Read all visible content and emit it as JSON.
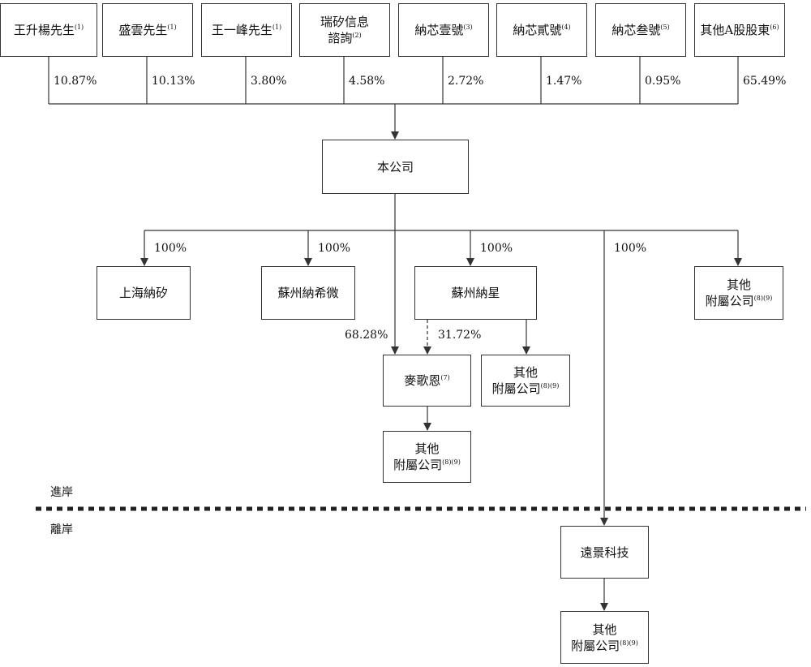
{
  "shareholders": [
    {
      "name": "王升楊先生",
      "note": "(1)",
      "pct": "10.87%"
    },
    {
      "name": "盛雲先生",
      "note": "(1)",
      "pct": "10.13%"
    },
    {
      "name": "王一峰先生",
      "note": "(1)",
      "pct": "3.80%"
    },
    {
      "name": "瑞矽信息",
      "name2": "諮詢",
      "note": "(2)",
      "pct": "4.58%"
    },
    {
      "name": "納芯壹號",
      "note": "(3)",
      "pct": "2.72%"
    },
    {
      "name": "納芯貳號",
      "note": "(4)",
      "pct": "1.47%"
    },
    {
      "name": "納芯叁號",
      "note": "(5)",
      "pct": "0.95%"
    },
    {
      "name": "其他A股股東",
      "note": "(6)",
      "pct": "65.49%"
    }
  ],
  "company": {
    "name": "本公司"
  },
  "subsidiaries": {
    "shanghai": {
      "name": "上海納矽",
      "pct": "100%"
    },
    "suzhou_nxw": {
      "name": "蘇州納希微",
      "pct": "100%"
    },
    "suzhou_nx": {
      "name": "蘇州納星",
      "pct": "100%"
    },
    "yuanjing": {
      "name": "遠景科技",
      "pct": "100%"
    },
    "other_top": {
      "line1": "其他",
      "line2": "附屬公司",
      "note": "(8)(9)"
    }
  },
  "megan": {
    "name": "麥歌恩",
    "note": "(7)",
    "pct_company": "68.28%",
    "pct_suzhou": "31.72%"
  },
  "other_affiliates": {
    "line1": "其他",
    "line2": "附屬公司",
    "note": "(8)(9)"
  },
  "regions": {
    "onshore": "進岸",
    "offshore": "離岸"
  }
}
